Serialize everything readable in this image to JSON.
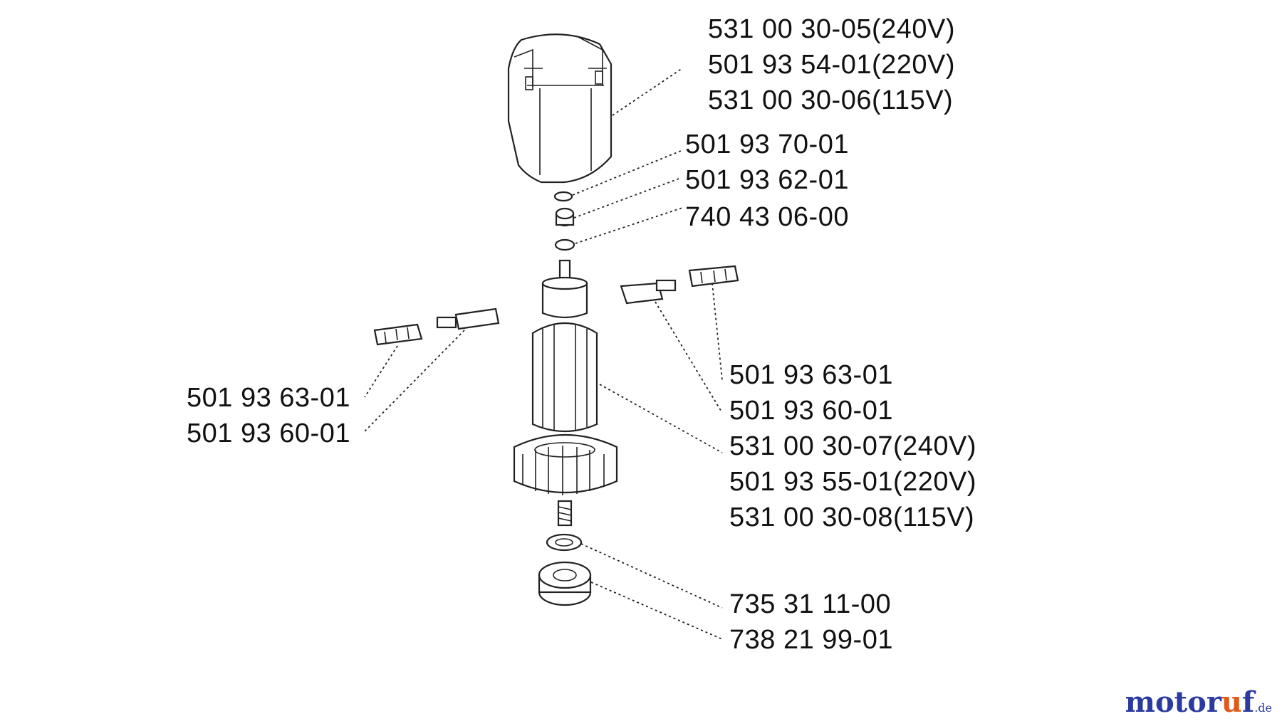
{
  "labels": {
    "stator": [
      "531 00 30-05(240V)",
      "501 93 54-01(220V)",
      "531 00 30-06(115V)"
    ],
    "upper_small": [
      "501 93 70-01",
      "501 93 62-01",
      "740 43 06-00"
    ],
    "brush_right": [
      "501 93 63-01",
      "501 93 60-01"
    ],
    "rotor": [
      "531 00 30-07(240V)",
      "501 93 55-01(220V)",
      "531 00 30-08(115V)"
    ],
    "brush_left": [
      "501 93 63-01",
      "501 93 60-01"
    ],
    "lower_small": [
      "735 31 11-00",
      "738 21 99-01"
    ]
  },
  "logo": {
    "main": "motor",
    "accent": "u",
    "tail": "f",
    "tld": ".de"
  },
  "colors": {
    "ink": "#222222",
    "logo_blue": "#2a3aa0",
    "logo_orange": "#e05a1a"
  }
}
